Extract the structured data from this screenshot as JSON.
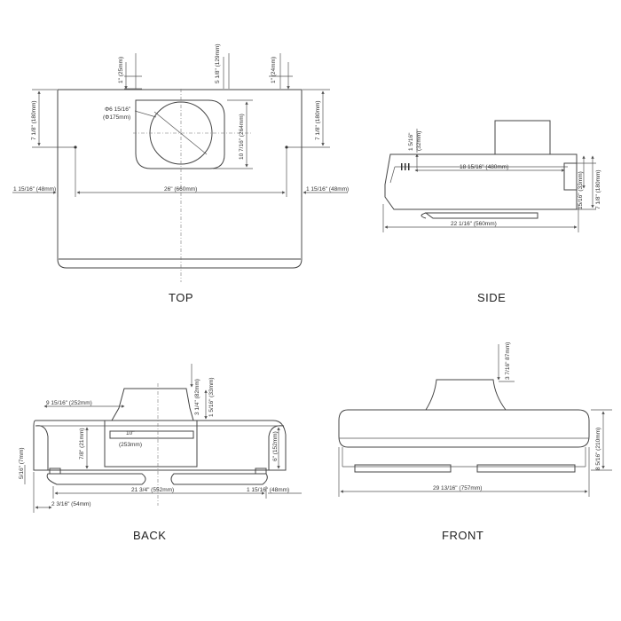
{
  "views": {
    "top": "TOP",
    "side": "SIDE",
    "back": "BACK",
    "front": "FRONT"
  },
  "top": {
    "d_1in_left": "1\" (25mm)",
    "d_5_18": "5 1/8\" (129mm)",
    "d_1in_right": "1\" (24mm)",
    "d_7_18_left": "7 1/8\" (180mm)",
    "d_7_18_right": "7 1/8\" (180mm)",
    "d_phi_in": "Φ6 15/16\"",
    "d_phi_mm": "(Φ175mm)",
    "d_10_716": "10 7/16\" (264mm)",
    "d_left": "1 15/16\" (48mm)",
    "d_26": "26\" (660mm)",
    "d_right": "1 15/16\" (48mm)"
  },
  "side": {
    "d_1_516": "1 5/16\"",
    "d_1_516_mm": "(32mm)",
    "d_18_1516": "18 15/16\" (480mm)",
    "d_1516": "15/16\" (33mm)",
    "d_7_18": "7 1/8\" (180mm)",
    "d_22_116": "22 1/16\" (560mm)"
  },
  "back": {
    "d_9_1516": "9 15/16\" (252mm)",
    "d_3_14": "3 1/4\" (82mm)",
    "d_1_516": "1 5/16\" (33mm)",
    "d_10": "10\"",
    "d_10_mm": "(253mm)",
    "d_7_8": "7/8\" (21mm)",
    "d_6": "6\" (152mm)",
    "d_5_16": "5/16\" (7mm)",
    "d_21_34": "21 3/4\" (552mm)",
    "d_1_1516": "1 15/16\" (48mm)",
    "d_2_316": "2 3/16\" (54mm)"
  },
  "front": {
    "d_3_716": "3 7/16\" 87mm)",
    "d_8_516": "8 5/16\" (210mm)",
    "d_29": "29 13/16\" (757mm)"
  }
}
